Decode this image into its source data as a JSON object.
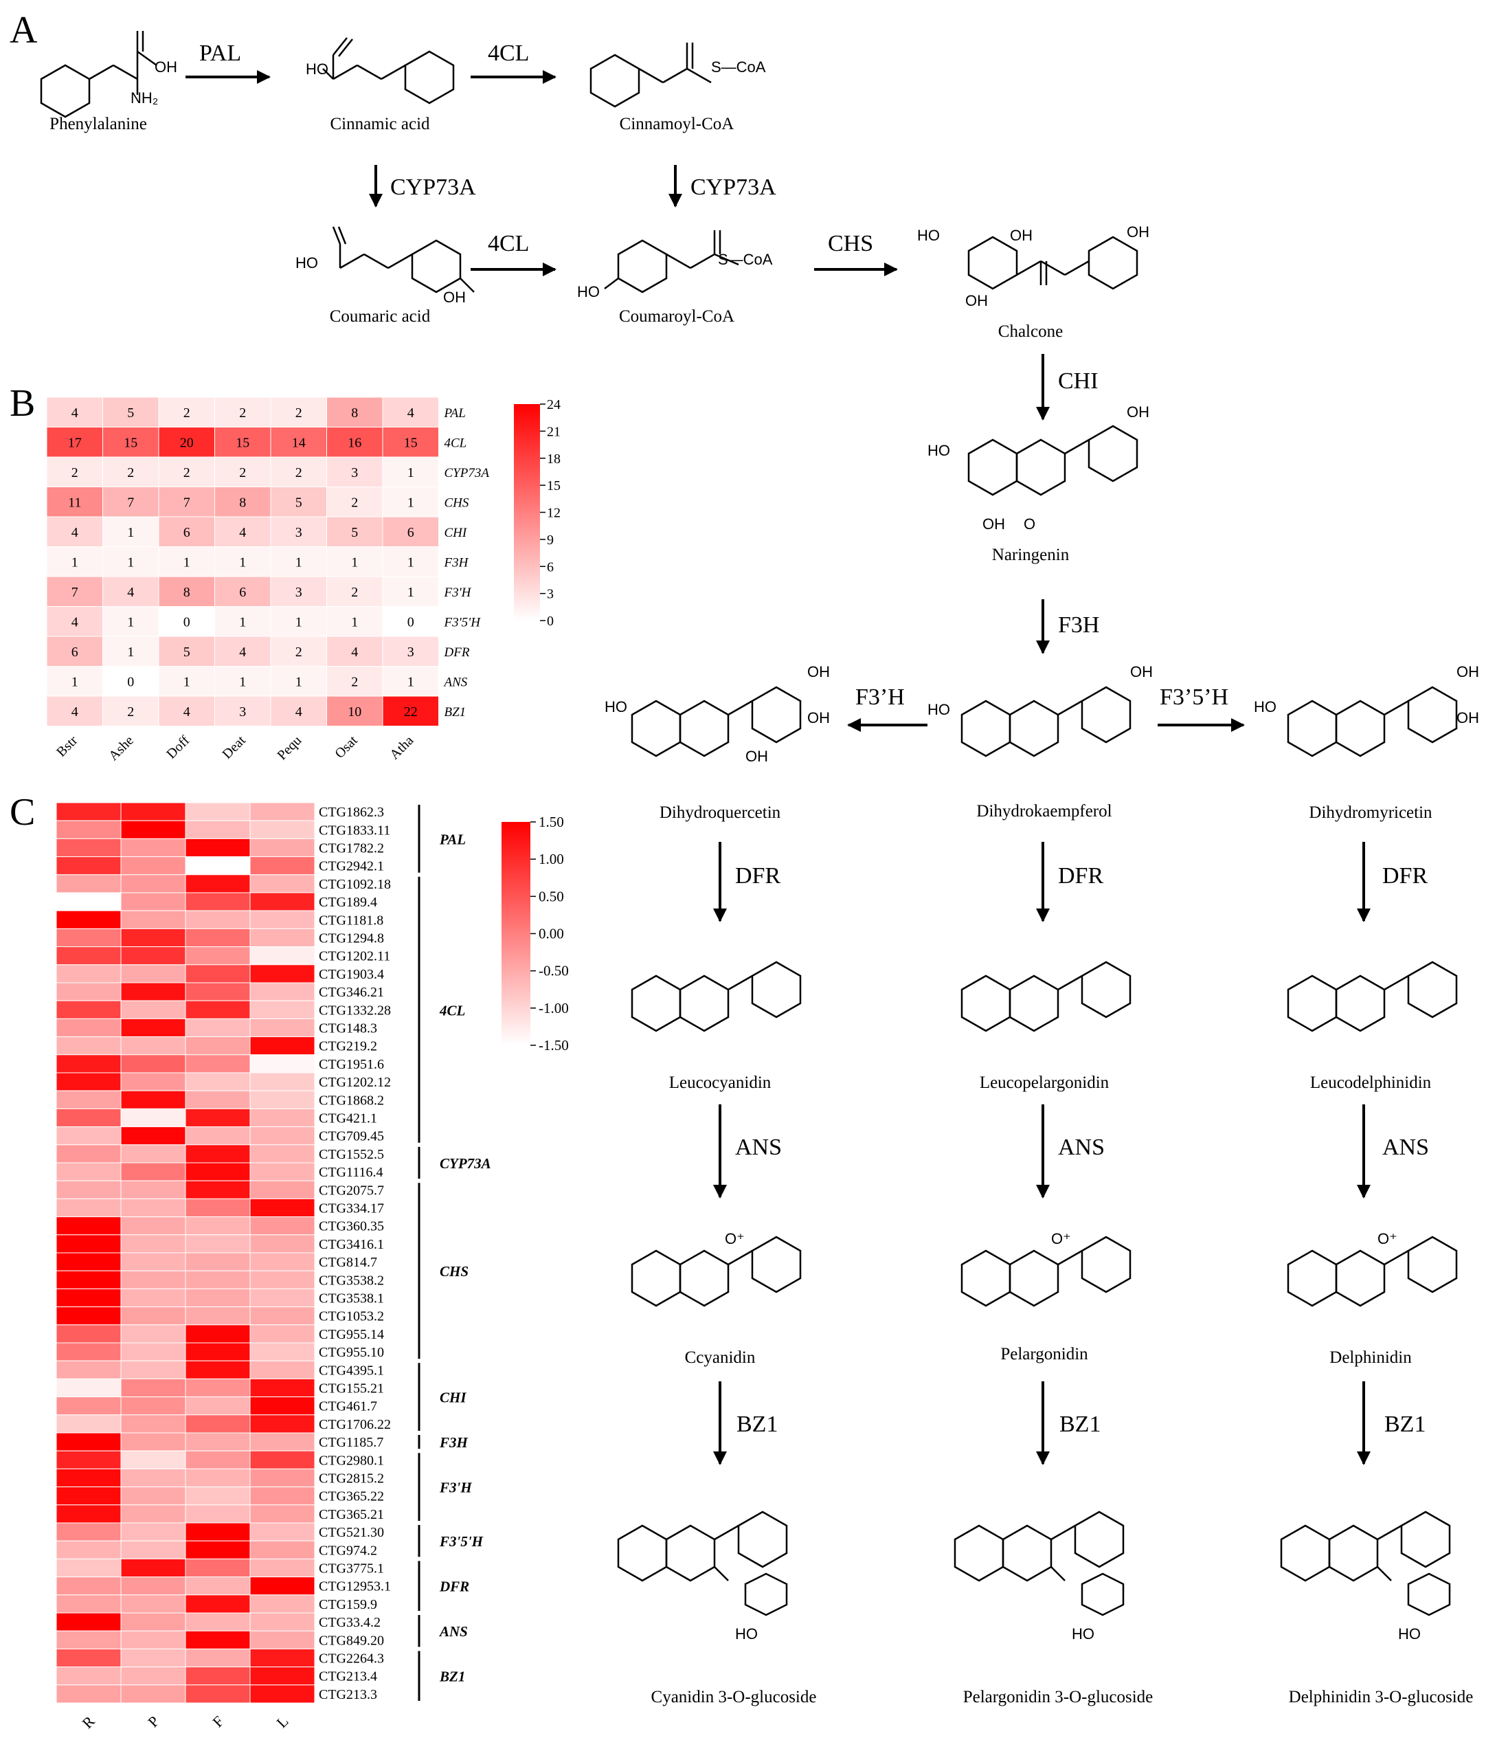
{
  "panel_labels": {
    "a": "A",
    "b": "B",
    "c": "C"
  },
  "pathway": {
    "compounds": {
      "phenylalanine": "Phenylalanine",
      "cinnamic": "Cinnamic acid",
      "cinnamoyl": "Cinnamoyl-CoA",
      "coumaric": "Coumaric acid",
      "coumaroyl": "Coumaroyl-CoA",
      "chalcone": "Chalcone",
      "naringenin": "Naringenin",
      "dihydroquercetin": "Dihydroquercetin",
      "dihydrokaempferol": "Dihydrokaempferol",
      "dihydromyricetin": "Dihydromyricetin",
      "leucocyanidin": "Leucocyanidin",
      "leucopelargonidin": "Leucopelargonidin",
      "leucodelphinidin": "Leucodelphinidin",
      "cyanidin": "Ccyanidin",
      "pelargonidin": "Pelargonidin",
      "delphinidin": "Delphinidin",
      "cyanidin_glc": "Cyanidin 3-O-glucoside",
      "pelargonidin_glc": "Pelargonidin 3-O-glucoside",
      "delphinidin_glc": "Delphinidin 3-O-glucoside"
    },
    "enzymes": {
      "pal": "PAL",
      "cl1": "4CL",
      "cl2": "4CL",
      "cyp1": "CYP73A",
      "cyp2": "CYP73A",
      "chs": "CHS",
      "chi": "CHI",
      "f3h": "F3H",
      "f3ph": "F3’H",
      "f35h": "F3’5’H",
      "dfr1": "DFR",
      "dfr2": "DFR",
      "dfr3": "DFR",
      "ans1": "ANS",
      "ans2": "ANS",
      "ans3": "ANS",
      "bz1a": "BZ1",
      "bz1b": "BZ1",
      "bz1c": "BZ1"
    },
    "atom_labels": [
      "OH",
      "NH₂",
      "HO",
      "O",
      "S—CoA",
      "O⁺",
      "HO"
    ]
  },
  "chart_data": [
    {
      "type": "heatmap",
      "panel": "B",
      "x": [
        "Bstr",
        "Ashe",
        "Doff",
        "Deat",
        "Pequ",
        "Osat",
        "Atha"
      ],
      "y": [
        "PAL",
        "4CL",
        "CYP73A",
        "CHS",
        "CHI",
        "F3H",
        "F3'H",
        "F3'5'H",
        "DFR",
        "ANS",
        "BZ1"
      ],
      "values": [
        [
          4,
          5,
          2,
          2,
          2,
          8,
          4
        ],
        [
          17,
          15,
          20,
          15,
          14,
          16,
          15
        ],
        [
          2,
          2,
          2,
          2,
          2,
          3,
          1
        ],
        [
          11,
          7,
          7,
          8,
          5,
          2,
          1
        ],
        [
          4,
          1,
          6,
          4,
          3,
          5,
          6
        ],
        [
          1,
          1,
          1,
          1,
          1,
          1,
          1
        ],
        [
          7,
          4,
          8,
          6,
          3,
          2,
          1
        ],
        [
          4,
          1,
          0,
          1,
          1,
          1,
          0
        ],
        [
          6,
          1,
          5,
          4,
          2,
          4,
          3
        ],
        [
          1,
          0,
          1,
          1,
          1,
          2,
          1
        ],
        [
          4,
          2,
          4,
          3,
          4,
          10,
          22
        ]
      ],
      "color_range": [
        0,
        24
      ],
      "colorbar_ticks": [
        "24",
        "21",
        "18",
        "15",
        "12",
        "9",
        "6",
        "3",
        "0"
      ],
      "colors": {
        "low": "#ffffff",
        "high": "#ff0000"
      }
    },
    {
      "type": "heatmap",
      "panel": "C",
      "x": [
        "R",
        "P",
        "F",
        "L"
      ],
      "rows": [
        {
          "id": "CTG1862.3",
          "v": [
            1.05,
            1.2,
            -0.9,
            -0.6
          ]
        },
        {
          "id": "CTG1833.11",
          "v": [
            -0.1,
            1.5,
            -0.7,
            -0.9
          ]
        },
        {
          "id": "CTG1782.2",
          "v": [
            0.4,
            -0.3,
            1.45,
            -0.5
          ]
        },
        {
          "id": "CTG2942.1",
          "v": [
            0.9,
            -0.2,
            -1.5,
            0.2
          ]
        },
        {
          "id": "CTG1092.18",
          "v": [
            -0.4,
            -0.3,
            1.3,
            -0.6
          ]
        },
        {
          "id": "CTG189.4",
          "v": [
            -1.5,
            -0.3,
            0.6,
            1.1
          ]
        },
        {
          "id": "CTG1181.8",
          "v": [
            1.5,
            -0.4,
            -0.6,
            -0.7
          ]
        },
        {
          "id": "CTG1294.8",
          "v": [
            0.1,
            1.05,
            0.2,
            -0.6
          ]
        },
        {
          "id": "CTG1202.11",
          "v": [
            0.7,
            0.9,
            -0.2,
            -1.3
          ]
        },
        {
          "id": "CTG1903.4",
          "v": [
            -0.6,
            -0.5,
            0.6,
            1.3
          ]
        },
        {
          "id": "CTG346.21",
          "v": [
            -0.5,
            1.3,
            0.4,
            -0.7
          ]
        },
        {
          "id": "CTG1332.28",
          "v": [
            0.7,
            -0.6,
            1.0,
            -0.8
          ]
        },
        {
          "id": "CTG148.3",
          "v": [
            -0.3,
            1.35,
            -0.7,
            -0.6
          ]
        },
        {
          "id": "CTG219.2",
          "v": [
            -0.6,
            -0.6,
            -0.4,
            1.4
          ]
        },
        {
          "id": "CTG1951.6",
          "v": [
            1.2,
            0.35,
            -0.1,
            -1.4
          ]
        },
        {
          "id": "CTG1202.12",
          "v": [
            1.3,
            -0.3,
            -0.8,
            -0.9
          ]
        },
        {
          "id": "CTG1868.2",
          "v": [
            -0.4,
            1.35,
            -0.5,
            -0.9
          ]
        },
        {
          "id": "CTG421.1",
          "v": [
            0.4,
            -1.3,
            1.2,
            -0.6
          ]
        },
        {
          "id": "CTG709.45",
          "v": [
            -0.7,
            1.45,
            -0.6,
            -0.6
          ]
        },
        {
          "id": "CTG1552.5",
          "v": [
            -0.3,
            -0.6,
            1.3,
            -0.6
          ]
        },
        {
          "id": "CTG1116.4",
          "v": [
            -0.6,
            0.1,
            1.4,
            -0.6
          ]
        },
        {
          "id": "CTG2075.7",
          "v": [
            -0.5,
            -0.5,
            1.3,
            -0.4
          ]
        },
        {
          "id": "CTG334.17",
          "v": [
            -0.6,
            -0.6,
            0.05,
            1.4
          ]
        },
        {
          "id": "CTG360.35",
          "v": [
            1.5,
            -0.5,
            -0.6,
            -0.3
          ]
        },
        {
          "id": "CTG3416.1",
          "v": [
            1.5,
            -0.6,
            -0.7,
            -0.5
          ]
        },
        {
          "id": "CTG814.7",
          "v": [
            1.5,
            -0.6,
            -0.5,
            -0.6
          ]
        },
        {
          "id": "CTG3538.2",
          "v": [
            1.5,
            -0.5,
            -0.5,
            -0.6
          ]
        },
        {
          "id": "CTG3538.1",
          "v": [
            1.5,
            -0.6,
            -0.5,
            -0.7
          ]
        },
        {
          "id": "CTG1053.2",
          "v": [
            1.5,
            -0.4,
            -0.5,
            -0.5
          ]
        },
        {
          "id": "CTG955.14",
          "v": [
            0.4,
            -0.7,
            1.45,
            -0.6
          ]
        },
        {
          "id": "CTG955.10",
          "v": [
            0.1,
            -0.7,
            1.4,
            -0.8
          ]
        },
        {
          "id": "CTG4395.1",
          "v": [
            -0.5,
            -0.7,
            1.35,
            -0.6
          ]
        },
        {
          "id": "CTG155.21",
          "v": [
            -1.3,
            -0.1,
            -0.2,
            1.3
          ]
        },
        {
          "id": "CTG461.7",
          "v": [
            -0.2,
            -0.2,
            -0.6,
            1.45
          ]
        },
        {
          "id": "CTG1706.22",
          "v": [
            -0.9,
            -0.4,
            0.3,
            1.25
          ]
        },
        {
          "id": "CTG1185.7",
          "v": [
            1.5,
            -0.4,
            -0.5,
            -0.5
          ]
        },
        {
          "id": "CTG2980.1",
          "v": [
            1.1,
            -1.1,
            -0.3,
            0.75
          ]
        },
        {
          "id": "CTG2815.2",
          "v": [
            1.4,
            -0.6,
            -0.6,
            -0.3
          ]
        },
        {
          "id": "CTG365.22",
          "v": [
            1.4,
            -0.5,
            -0.8,
            -0.3
          ]
        },
        {
          "id": "CTG365.21",
          "v": [
            1.35,
            -0.5,
            -0.7,
            -0.4
          ]
        },
        {
          "id": "CTG521.30",
          "v": [
            -0.1,
            -0.7,
            1.5,
            -0.7
          ]
        },
        {
          "id": "CTG974.2",
          "v": [
            -0.6,
            -0.7,
            1.5,
            -0.4
          ]
        },
        {
          "id": "CTG3775.1",
          "v": [
            -0.8,
            1.3,
            0.2,
            -0.6
          ]
        },
        {
          "id": "CTG12953.1",
          "v": [
            -0.3,
            -0.3,
            -0.6,
            1.5
          ]
        },
        {
          "id": "CTG159.9",
          "v": [
            -0.4,
            -0.5,
            1.3,
            -0.6
          ]
        },
        {
          "id": "CTG33.4.2",
          "v": [
            1.5,
            -0.4,
            -0.6,
            -0.6
          ]
        },
        {
          "id": "CTG849.20",
          "v": [
            -0.4,
            -0.6,
            1.45,
            -0.5
          ]
        },
        {
          "id": "CTG2264.3",
          "v": [
            0.5,
            -0.7,
            -0.5,
            1.2
          ]
        },
        {
          "id": "CTG213.4",
          "v": [
            -0.6,
            -0.6,
            0.6,
            1.3
          ]
        },
        {
          "id": "CTG213.3",
          "v": [
            -0.4,
            -0.4,
            0.6,
            1.3
          ]
        }
      ],
      "groups": [
        {
          "label": "PAL",
          "start": 0,
          "end": 3
        },
        {
          "label": "4CL",
          "start": 4,
          "end": 18
        },
        {
          "label": "CYP73A",
          "start": 19,
          "end": 20
        },
        {
          "label": "CHS",
          "start": 21,
          "end": 30
        },
        {
          "label": "CHI",
          "start": 31,
          "end": 34
        },
        {
          "label": "F3H",
          "start": 35,
          "end": 35
        },
        {
          "label": "F3'H",
          "start": 36,
          "end": 39
        },
        {
          "label": "F3'5'H",
          "start": 40,
          "end": 41
        },
        {
          "label": "DFR",
          "start": 42,
          "end": 44
        },
        {
          "label": "ANS",
          "start": 45,
          "end": 46
        },
        {
          "label": "BZ1",
          "start": 47,
          "end": 49
        }
      ],
      "color_range": [
        -1.5,
        1.5
      ],
      "colorbar_ticks": [
        "1.50",
        "1.00",
        "0.50",
        "0.00",
        "-0.50",
        "-1.00",
        "-1.50"
      ],
      "colors": {
        "low": "#ffffff",
        "high": "#ff0000"
      }
    }
  ]
}
